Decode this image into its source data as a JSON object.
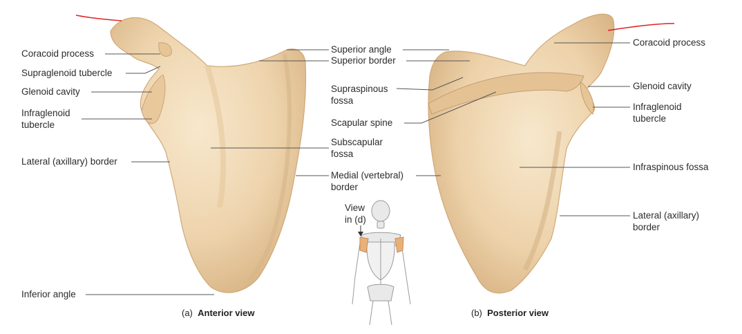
{
  "anterior": {
    "caption_prefix": "(a)",
    "caption_title": "Anterior view",
    "labels": {
      "coracoid": "Coracoid process",
      "supraglenoid": "Supraglenoid tubercle",
      "glenoid": "Glenoid cavity",
      "infraglenoid_1": "Infraglenoid",
      "infraglenoid_2": "tubercle",
      "lateral": "Lateral (axillary) border",
      "inferior": "Inferior angle",
      "superior_angle": "Superior angle",
      "superior_border": "Superior border",
      "subscapular_1": "Subscapular",
      "subscapular_2": "fossa",
      "medial_1": "Medial (vertebral)",
      "medial_2": "border"
    }
  },
  "center": {
    "supraspinous_1": "Supraspinous",
    "supraspinous_2": "fossa",
    "scapular_spine": "Scapular spine",
    "view_1": "View",
    "view_2": "in (d)"
  },
  "posterior": {
    "caption_prefix": "(b)",
    "caption_title": "Posterior view",
    "labels": {
      "coracoid": "Coracoid process",
      "glenoid": "Glenoid cavity",
      "infraglenoid_1": "Infraglenoid",
      "infraglenoid_2": "tubercle",
      "infraspinous": "Infraspinous fossa",
      "lateral_1": "Lateral (axillary)",
      "lateral_2": "border"
    }
  },
  "colors": {
    "bone_light": "#f3dfc0",
    "bone_mid": "#e8c9a0",
    "bone_dark": "#c9a57a",
    "leader": "#555555",
    "annotation_red": "#e02020"
  },
  "icons": [
    "skeleton-figure-icon",
    "arrow-down-icon"
  ]
}
